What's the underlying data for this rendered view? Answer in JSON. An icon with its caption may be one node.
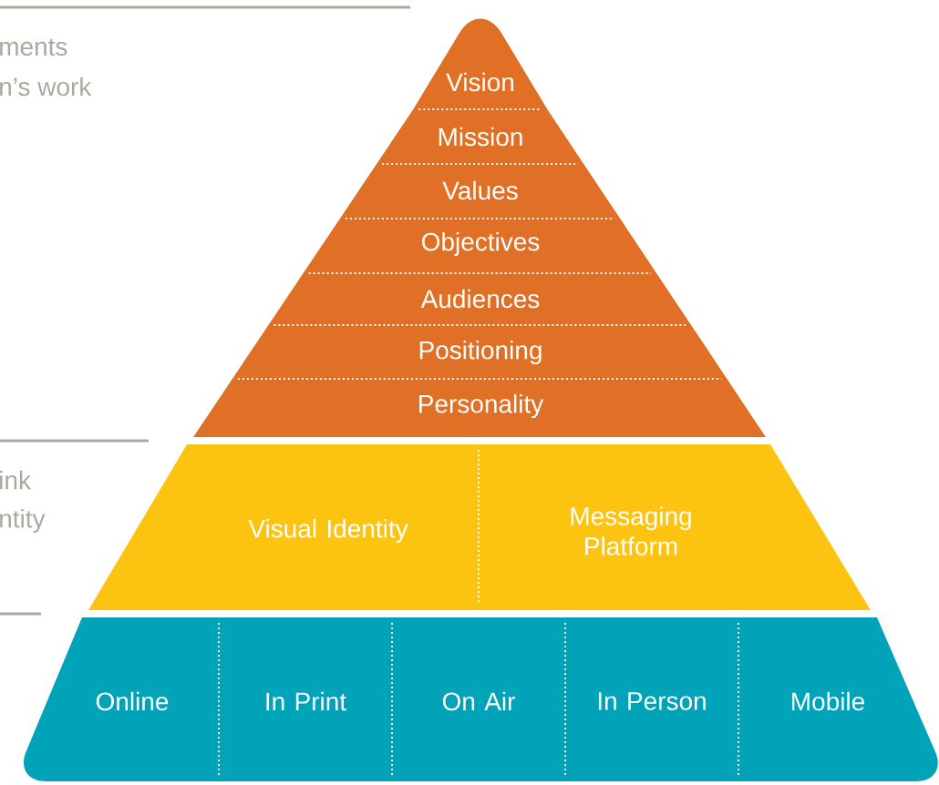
{
  "diagram": {
    "nodes": [
      {
        "text": [
          "Vision"
        ]
      },
      {
        "text": [
          "Mission"
        ]
      },
      {
        "text": [
          "Values"
        ]
      },
      {
        "text": [
          "Objectives"
        ]
      },
      {
        "text": [
          "Audiences"
        ]
      },
      {
        "text": [
          "Positioning"
        ]
      },
      {
        "text": [
          "Personality"
        ]
      },
      {
        "text": [
          "Visual Identity"
        ]
      },
      {
        "text": [
          "Messaging Platform"
        ]
      },
      {
        "text": [
          "Online"
        ]
      },
      {
        "text": [
          "In Print"
        ]
      },
      {
        "text": [
          "On Air"
        ]
      },
      {
        "text": [
          "In Person"
        ]
      },
      {
        "text": [
          "Mobile"
        ]
      }
    ],
    "labels": [
      "ments",
      "n’s work",
      "ink",
      "ntity"
    ]
  }
}
